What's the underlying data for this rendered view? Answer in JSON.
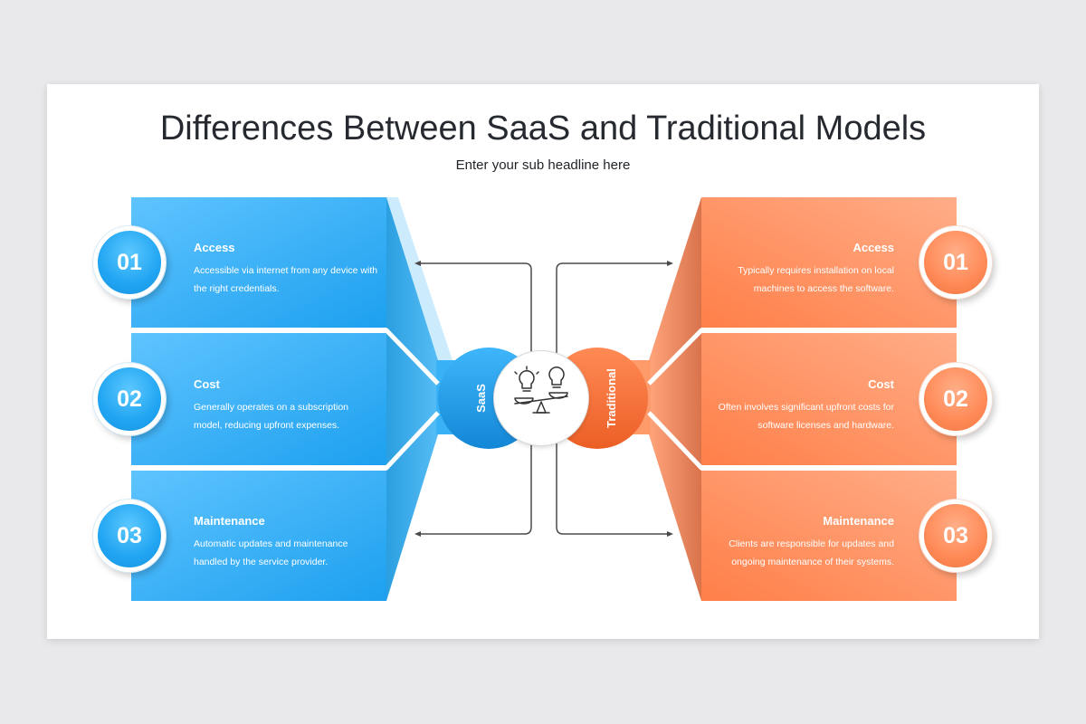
{
  "title": "Differences Between SaaS and Traditional Models",
  "subtitle": "Enter your sub headline here",
  "center": {
    "left_label": "SaaS",
    "right_label": "Traditional",
    "hub_icon": "balance-scale-lightbulb-icon"
  },
  "colors": {
    "blue": "#1ea3f2",
    "orange": "#ff8350"
  },
  "saas": [
    {
      "number": "01",
      "heading": "Access",
      "text": "Accessible via internet from any device with the right credentials."
    },
    {
      "number": "02",
      "heading": "Cost",
      "text": "Generally operates on a subscription model, reducing upfront expenses."
    },
    {
      "number": "03",
      "heading": "Maintenance",
      "text": "Automatic updates and maintenance handled by the service provider."
    }
  ],
  "traditional": [
    {
      "number": "01",
      "heading": "Access",
      "text": "Typically requires installation on local machines to access the software."
    },
    {
      "number": "02",
      "heading": "Cost",
      "text": "Often involves significant upfront costs for software licenses and hardware."
    },
    {
      "number": "03",
      "heading": "Maintenance",
      "text": "Clients are responsible for updates and ongoing maintenance of their systems."
    }
  ]
}
